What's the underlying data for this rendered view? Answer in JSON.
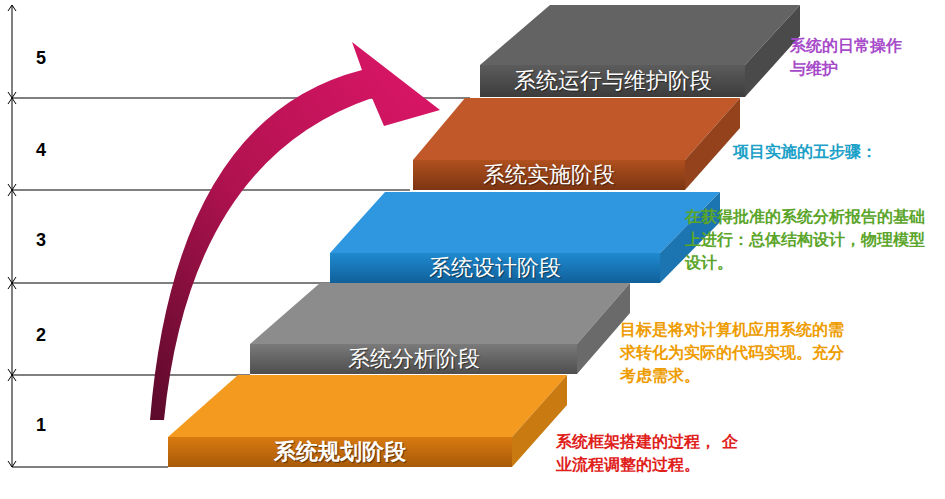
{
  "diagram": {
    "nodes": [
      {
        "text": [
          "系统规划阶段"
        ]
      },
      {
        "text": [
          "系统分析阶段"
        ]
      },
      {
        "text": [
          "系统设计阶段"
        ]
      },
      {
        "text": [
          "系统实施阶段"
        ]
      },
      {
        "text": [
          "系统运行与维护阶段"
        ]
      }
    ],
    "labels": [
      "5",
      "4",
      "3",
      "2",
      "1",
      "系统的日常操作与维护",
      "项目实施的五步骤：",
      "在获得批准的系统分析报告的基础上进行：总体结构设计，物理模型设计。",
      "目标是将对计算机应用系统的需求转化为实际的代码实现。充分考虑需求。",
      "系统框架搭建的过程， 企业流程调整的过程。"
    ]
  }
}
